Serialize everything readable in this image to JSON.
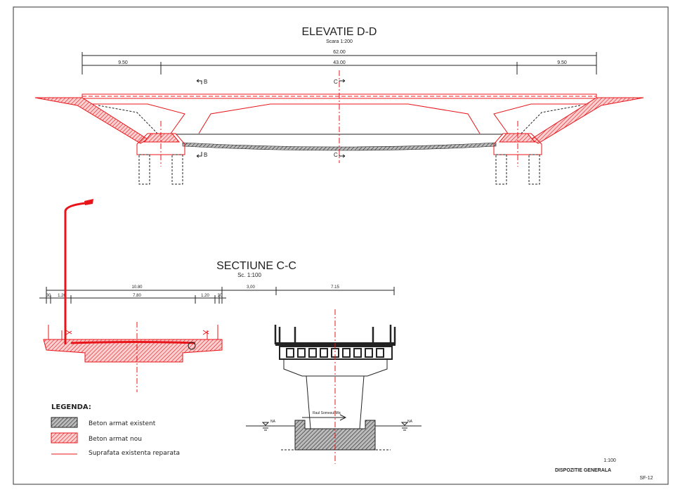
{
  "elevation": {
    "title": "ELEVATIE D-D",
    "scale": "Scara 1:200",
    "dim_total": "62.00",
    "dim_left": "9.50",
    "dim_middle": "43.00",
    "dim_right": "9.50",
    "section_b_top": "B",
    "section_c_top": "C",
    "section_b_bottom": "B",
    "section_c_bottom": "C"
  },
  "section": {
    "title": "SECTIUNE C-C",
    "scale": "Sc. 1:100",
    "dim_total": "10.80",
    "dim_gap": "3,00",
    "dim_existing": "7.15",
    "dim_30_left": "30",
    "dim_120_left": "1.20",
    "dim_780": "7.80",
    "dim_120_right": "1.20",
    "dim_30_right": "30",
    "river_label": "Raul Somesul Mic",
    "water_left": "NA",
    "water_right": "NA"
  },
  "legend": {
    "title": "LEGENDA:",
    "items": [
      {
        "label": "Beton armat existent"
      },
      {
        "label": "Beton armat nou"
      },
      {
        "label": "Suprafata existenta reparata"
      }
    ]
  },
  "titleblock": {
    "scale": "1:100",
    "name": "DISPOZITIE GENERALA",
    "sheet": "SF-12"
  },
  "colors": {
    "new": "#e8141a",
    "existing": "#222222"
  }
}
